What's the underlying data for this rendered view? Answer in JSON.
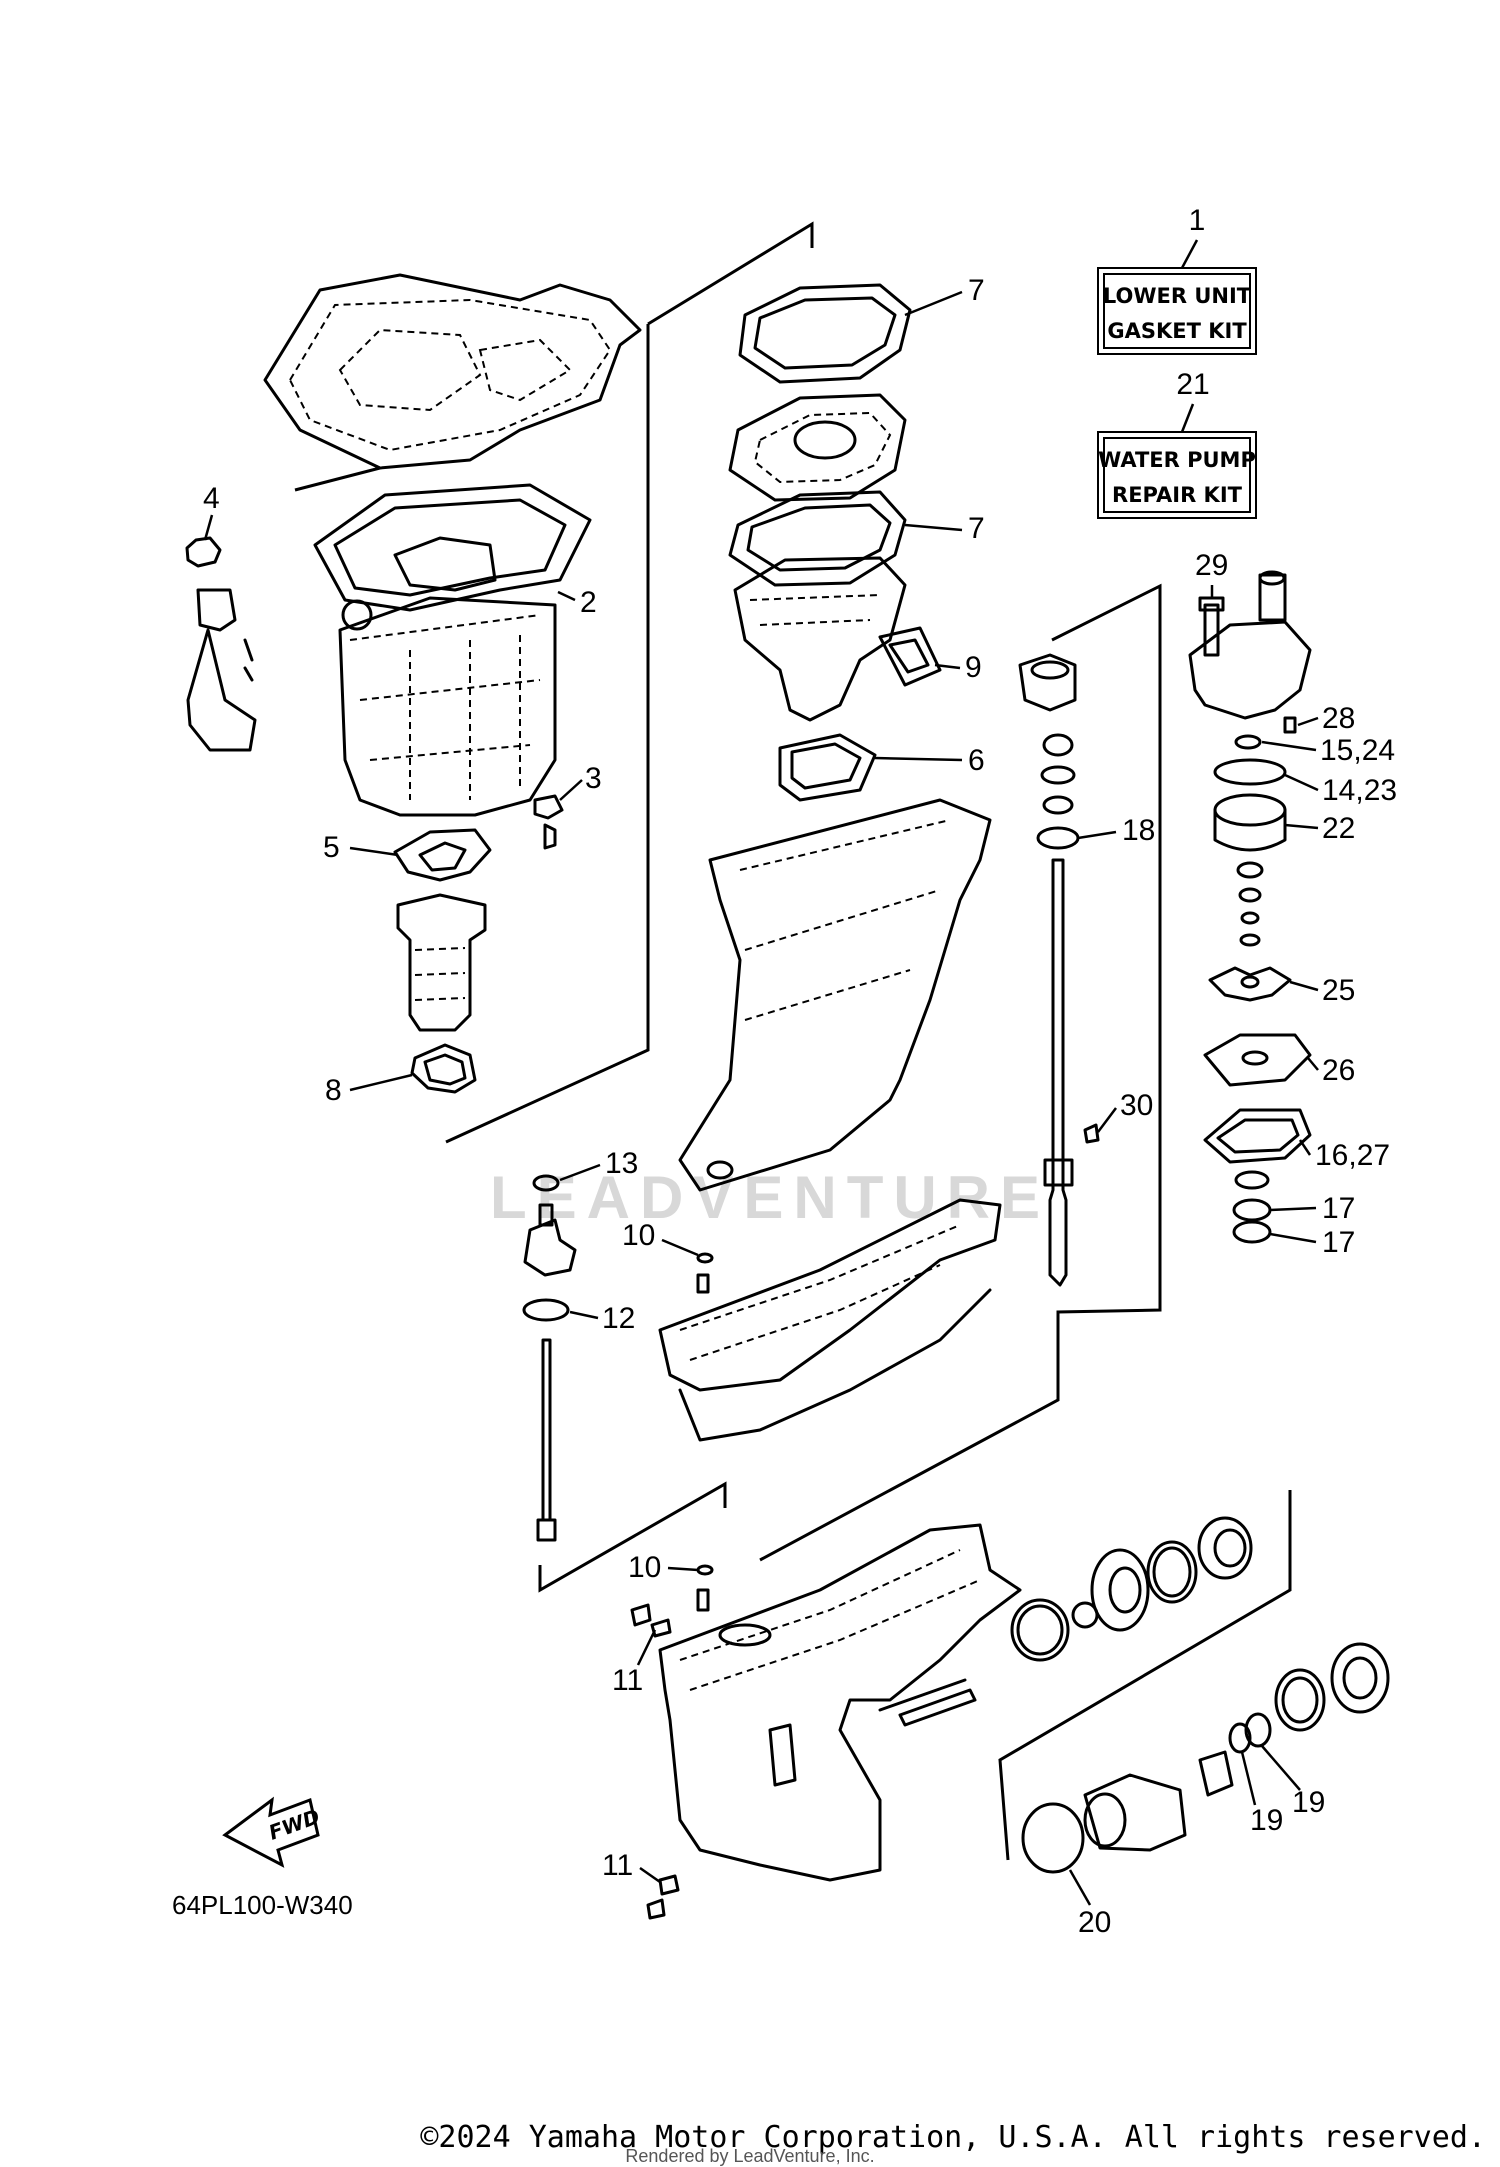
{
  "diagram": {
    "code": "64PL100-W340",
    "fwd_label": "FWD",
    "watermark": "LEADVENTURE",
    "kits": [
      {
        "ref": "1",
        "line1": "LOWER UNIT",
        "line2": "GASKET KIT"
      },
      {
        "ref": "21",
        "line1": "WATER PUMP",
        "line2": "REPAIR KIT"
      }
    ],
    "callouts": [
      "2",
      "3",
      "4",
      "5",
      "6",
      "7",
      "7",
      "8",
      "9",
      "10",
      "10",
      "11",
      "11",
      "12",
      "13",
      "14,23",
      "15,24",
      "16,27",
      "17",
      "17",
      "18",
      "19",
      "19",
      "20",
      "22",
      "25",
      "26",
      "28",
      "29",
      "30"
    ]
  },
  "footer": {
    "copyright": "©2024 Yamaha Motor Corporation, U.S.A. All rights reserved.",
    "rendered_by": "Rendered by LeadVenture, Inc."
  }
}
